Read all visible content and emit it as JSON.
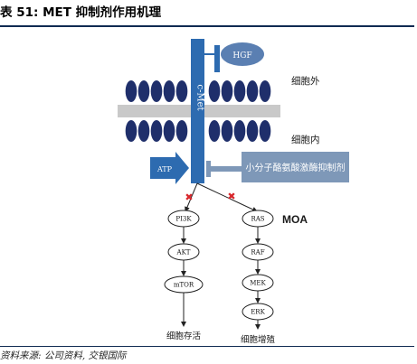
{
  "header": {
    "title": "表 51: MET 抑制剂作用机理"
  },
  "diagram": {
    "receptor_label": "c-Met",
    "ligand_label": "HGF",
    "extracellular_label": "细胞外",
    "intracellular_label": "细胞内",
    "atp_label": "ATP",
    "inhibitor_label": "小分子酪氨酸激酶抑制剂",
    "moa_label": "MOA",
    "left_pathway": [
      "PI3K",
      "AKT",
      "mTOR"
    ],
    "right_pathway": [
      "RAS",
      "RAF",
      "MEK",
      "ERK"
    ],
    "left_outcome": "细胞存活",
    "right_outcome": "细胞增殖",
    "colors": {
      "receptor": "#2d6bb0",
      "ligand": "#5a7fb2",
      "lipid": "#1f2f6b",
      "inhibitor": "#7e98b8",
      "inhibitor_text": "#ffffff",
      "block_mark": "#d8262b"
    }
  },
  "footer": {
    "source": "资料来源: 公司资料, 交银国际"
  }
}
